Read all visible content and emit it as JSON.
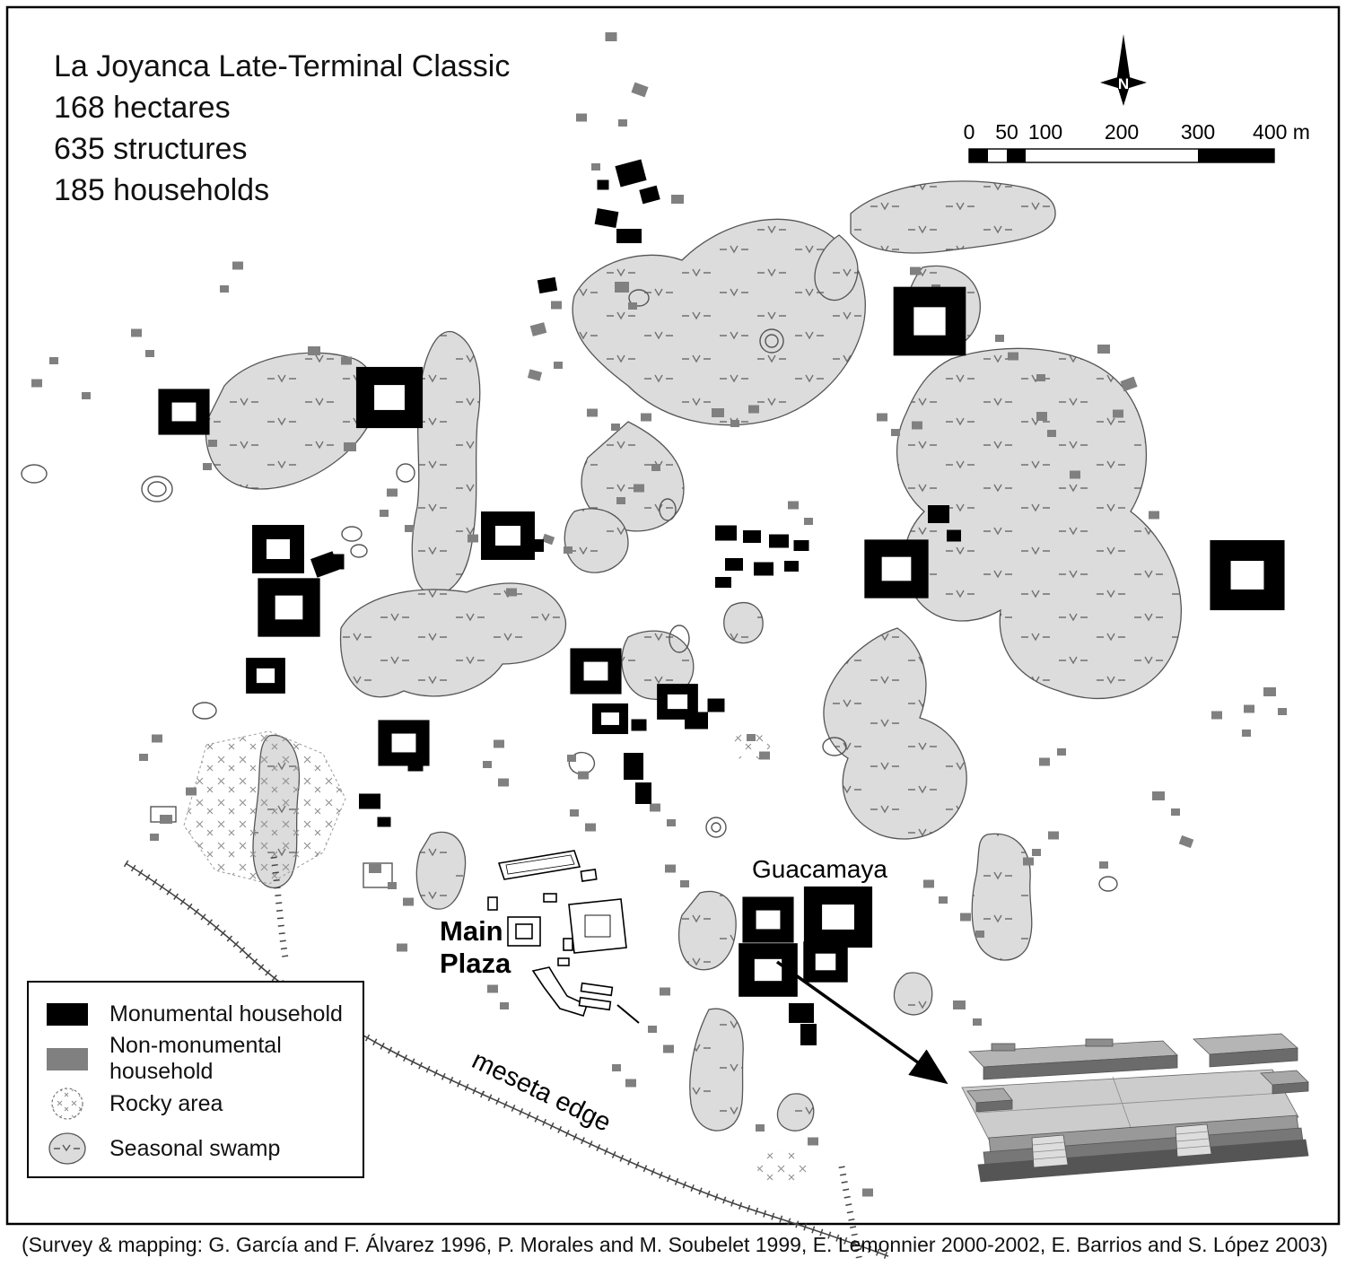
{
  "title": {
    "lines": [
      "La Joyanca Late-Terminal Classic",
      "168 hectares",
      "635 structures",
      "185 households"
    ]
  },
  "north": {
    "label": "N"
  },
  "scale_bar": {
    "labels": [
      "0",
      "50",
      "100",
      "200",
      "300",
      "400 m"
    ]
  },
  "map_labels": {
    "main_plaza_line1": "Main",
    "main_plaza_line2": "Plaza",
    "guacamaya": "Guacamaya",
    "meseta_edge": "meseta edge"
  },
  "legend": {
    "items": [
      {
        "label": "Monumental household",
        "swatch": "monumental"
      },
      {
        "label": "Non-monumental household",
        "swatch": "non-monumental"
      },
      {
        "label": "Rocky area",
        "swatch": "rocky"
      },
      {
        "label": "Seasonal swamp",
        "swatch": "swamp"
      }
    ]
  },
  "caption": "(Survey & mapping: G. García and F. Álvarez 1996, P. Morales and M. Soubelet 1999, E. Lemonnier 2000-2002, E. Barrios and S. López 2003)",
  "colors": {
    "monumental": "#000000",
    "non_monumental": "#808080",
    "swamp_fill": "#dcdcdc",
    "swamp_outline": "#555555"
  },
  "map": {
    "monumental_structures": [
      [
        703,
        193,
        30,
        24,
        -15,
        0
      ],
      [
        724,
        217,
        20,
        16,
        -15,
        0
      ],
      [
        676,
        243,
        24,
        18,
        10,
        0
      ],
      [
        701,
        263,
        28,
        16,
        0,
        0
      ],
      [
        672,
        206,
        13,
        11,
        0,
        0
      ],
      [
        1036,
        358,
        58,
        54,
        0,
        1
      ],
      [
        205,
        459,
        42,
        36,
        0,
        1
      ],
      [
        434,
        443,
        54,
        48,
        0,
        1
      ],
      [
        1390,
        641,
        60,
        55,
        0,
        1
      ],
      [
        310,
        612,
        42,
        38,
        0,
        1
      ],
      [
        362,
        629,
        26,
        22,
        -20,
        0
      ],
      [
        322,
        677,
        50,
        46,
        0,
        1
      ],
      [
        296,
        753,
        32,
        28,
        0,
        1
      ],
      [
        377,
        626,
        13,
        17,
        0,
        0
      ],
      [
        566,
        597,
        44,
        38,
        0,
        1
      ],
      [
        597,
        608,
        18,
        14,
        0,
        0
      ],
      [
        809,
        594,
        24,
        17,
        0,
        0
      ],
      [
        838,
        598,
        20,
        14,
        0,
        0
      ],
      [
        868,
        603,
        22,
        15,
        0,
        0
      ],
      [
        893,
        608,
        17,
        12,
        0,
        0
      ],
      [
        818,
        629,
        20,
        14,
        0,
        0
      ],
      [
        851,
        634,
        22,
        15,
        0,
        0
      ],
      [
        882,
        631,
        16,
        12,
        0,
        0
      ],
      [
        806,
        649,
        18,
        12,
        0,
        0
      ],
      [
        999,
        634,
        52,
        46,
        0,
        1
      ],
      [
        1046,
        573,
        24,
        20,
        0,
        0
      ],
      [
        1063,
        597,
        16,
        13,
        0,
        0
      ],
      [
        664,
        748,
        42,
        36,
        0,
        1
      ],
      [
        680,
        801,
        30,
        24,
        0,
        1
      ],
      [
        712,
        808,
        17,
        13,
        0,
        0
      ],
      [
        755,
        782,
        34,
        28,
        0,
        1
      ],
      [
        776,
        803,
        26,
        19,
        0,
        0
      ],
      [
        798,
        786,
        19,
        15,
        0,
        0
      ],
      [
        706,
        854,
        22,
        30,
        0,
        0
      ],
      [
        717,
        884,
        18,
        24,
        0,
        0
      ],
      [
        450,
        828,
        42,
        36,
        0,
        1
      ],
      [
        463,
        853,
        17,
        13,
        0,
        0
      ],
      [
        412,
        893,
        24,
        17,
        0,
        0
      ],
      [
        428,
        916,
        15,
        11,
        0,
        0
      ],
      [
        934,
        1022,
        56,
        48,
        0,
        1
      ],
      [
        856,
        1025,
        42,
        36,
        0,
        1
      ],
      [
        856,
        1081,
        48,
        42,
        0,
        1
      ],
      [
        920,
        1072,
        36,
        32,
        0,
        1
      ],
      [
        893,
        1129,
        28,
        22,
        0,
        0
      ],
      [
        901,
        1153,
        18,
        24,
        0,
        0
      ],
      [
        610,
        318,
        20,
        15,
        -10,
        0
      ]
    ],
    "non_monumental_structures": [
      [
        681,
        41,
        13,
        10,
        0
      ],
      [
        713,
        100,
        16,
        12,
        20
      ],
      [
        648,
        131,
        12,
        9,
        0
      ],
      [
        694,
        137,
        10,
        8,
        0
      ],
      [
        664,
        186,
        10,
        8,
        0
      ],
      [
        755,
        222,
        14,
        10,
        0
      ],
      [
        620,
        340,
        12,
        9,
        0
      ],
      [
        600,
        367,
        16,
        12,
        -15
      ],
      [
        265,
        296,
        12,
        9,
        0
      ],
      [
        250,
        322,
        10,
        8,
        0
      ],
      [
        152,
        371,
        12,
        9,
        0
      ],
      [
        167,
        394,
        10,
        8,
        0
      ],
      [
        350,
        391,
        14,
        10,
        0
      ],
      [
        386,
        402,
        12,
        9,
        0
      ],
      [
        60,
        402,
        10,
        8,
        0
      ],
      [
        41,
        427,
        12,
        9,
        0
      ],
      [
        96,
        441,
        10,
        8,
        0
      ],
      [
        237,
        494,
        10,
        8,
        0
      ],
      [
        231,
        520,
        10,
        8,
        0
      ],
      [
        390,
        498,
        14,
        10,
        0
      ],
      [
        437,
        549,
        12,
        9,
        0
      ],
      [
        428,
        572,
        10,
        8,
        0
      ],
      [
        456,
        589,
        10,
        8,
        0
      ],
      [
        527,
        600,
        12,
        9,
        0
      ],
      [
        611,
        601,
        12,
        9,
        20
      ],
      [
        633,
        613,
        10,
        8,
        0
      ],
      [
        570,
        660,
        12,
        9,
        0
      ],
      [
        596,
        418,
        14,
        10,
        15
      ],
      [
        622,
        407,
        10,
        8,
        0
      ],
      [
        693,
        320,
        16,
        12,
        0
      ],
      [
        705,
        341,
        10,
        8,
        0
      ],
      [
        660,
        460,
        12,
        9,
        0
      ],
      [
        686,
        476,
        10,
        8,
        0
      ],
      [
        720,
        465,
        12,
        9,
        0
      ],
      [
        731,
        521,
        10,
        8,
        0
      ],
      [
        712,
        544,
        12,
        9,
        0
      ],
      [
        692,
        558,
        10,
        8,
        0
      ],
      [
        800,
        460,
        14,
        10,
        0
      ],
      [
        819,
        472,
        10,
        8,
        0
      ],
      [
        840,
        456,
        12,
        9,
        0
      ],
      [
        884,
        563,
        12,
        9,
        0
      ],
      [
        901,
        581,
        10,
        8,
        0
      ],
      [
        1020,
        302,
        12,
        9,
        0
      ],
      [
        1043,
        321,
        10,
        8,
        0
      ],
      [
        983,
        465,
        12,
        9,
        0
      ],
      [
        998,
        482,
        10,
        8,
        0
      ],
      [
        1022,
        474,
        12,
        9,
        0
      ],
      [
        1114,
        377,
        10,
        8,
        0
      ],
      [
        1129,
        397,
        12,
        9,
        0
      ],
      [
        1160,
        421,
        10,
        8,
        0
      ],
      [
        1230,
        389,
        14,
        10,
        0
      ],
      [
        1258,
        428,
        16,
        12,
        -20
      ],
      [
        1246,
        461,
        12,
        9,
        0
      ],
      [
        1161,
        464,
        12,
        10,
        0
      ],
      [
        1172,
        483,
        10,
        8,
        0
      ],
      [
        1198,
        529,
        12,
        9,
        0
      ],
      [
        1286,
        574,
        12,
        9,
        0
      ],
      [
        1415,
        771,
        14,
        10,
        0
      ],
      [
        1392,
        790,
        12,
        9,
        0
      ],
      [
        1429,
        793,
        10,
        8,
        0
      ],
      [
        1356,
        797,
        12,
        9,
        0
      ],
      [
        1389,
        817,
        10,
        8,
        0
      ],
      [
        1164,
        849,
        12,
        9,
        0
      ],
      [
        1183,
        838,
        10,
        8,
        0
      ],
      [
        1291,
        887,
        14,
        10,
        0
      ],
      [
        1310,
        905,
        10,
        8,
        0
      ],
      [
        1322,
        938,
        14,
        10,
        20
      ],
      [
        1230,
        964,
        10,
        8,
        0
      ],
      [
        1174,
        931,
        12,
        9,
        0
      ],
      [
        1155,
        950,
        10,
        8,
        0
      ],
      [
        556,
        829,
        12,
        9,
        0
      ],
      [
        543,
        852,
        10,
        8,
        0
      ],
      [
        561,
        872,
        12,
        9,
        0
      ],
      [
        637,
        845,
        10,
        8,
        0
      ],
      [
        650,
        864,
        12,
        9,
        0
      ],
      [
        730,
        900,
        12,
        9,
        0
      ],
      [
        748,
        917,
        10,
        8,
        0
      ],
      [
        640,
        906,
        10,
        8,
        0
      ],
      [
        658,
        922,
        12,
        9,
        0
      ],
      [
        747,
        968,
        12,
        9,
        0
      ],
      [
        763,
        985,
        10,
        8,
        0
      ],
      [
        837,
        822,
        10,
        8,
        0
      ],
      [
        852,
        842,
        12,
        9,
        0
      ],
      [
        549,
        1102,
        12,
        9,
        0
      ],
      [
        562,
        1121,
        10,
        8,
        0
      ],
      [
        741,
        1105,
        12,
        9,
        0
      ],
      [
        727,
        1147,
        10,
        8,
        0
      ],
      [
        745,
        1169,
        12,
        9,
        0
      ],
      [
        687,
        1190,
        10,
        8,
        0
      ],
      [
        703,
        1207,
        12,
        9,
        0
      ],
      [
        847,
        1257,
        10,
        8,
        0
      ],
      [
        906,
        1272,
        12,
        9,
        0
      ],
      [
        967,
        1329,
        12,
        9,
        0
      ],
      [
        1035,
        985,
        12,
        9,
        0
      ],
      [
        1051,
        1003,
        10,
        8,
        0
      ],
      [
        1076,
        1022,
        12,
        9,
        0
      ],
      [
        1092,
        1041,
        10,
        8,
        0
      ],
      [
        1146,
        960,
        12,
        9,
        0
      ],
      [
        1069,
        1120,
        14,
        10,
        0
      ],
      [
        1089,
        1139,
        10,
        8,
        0
      ],
      [
        175,
        823,
        12,
        9,
        0
      ],
      [
        160,
        844,
        10,
        8,
        0
      ],
      [
        185,
        913,
        14,
        10,
        0
      ],
      [
        172,
        933,
        10,
        8,
        0
      ],
      [
        213,
        882,
        12,
        9,
        0
      ],
      [
        418,
        968,
        14,
        10,
        0
      ],
      [
        437,
        987,
        10,
        8,
        0
      ],
      [
        455,
        1005,
        12,
        9,
        0
      ],
      [
        448,
        1056,
        12,
        9,
        0
      ]
    ]
  }
}
